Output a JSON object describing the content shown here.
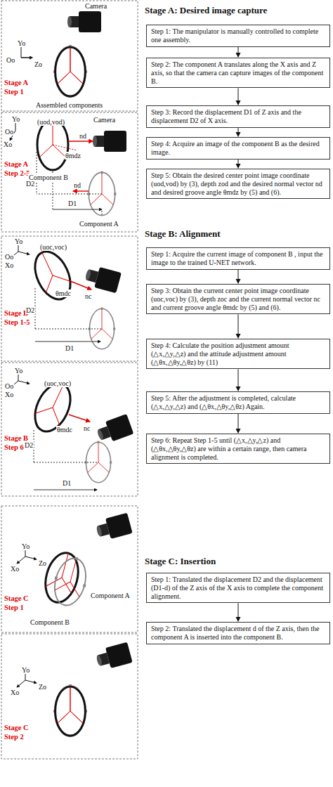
{
  "diagram": {
    "nodes": [
      {
        "text": [
          "Step 1: The manipulator is manually controlled to complete one assembly."
        ]
      },
      {
        "text": [
          "Step 2: The component A translates along the X axis and Z axis, so that the camera can capture images of the component B."
        ]
      },
      {
        "text": [
          "Step 3: Record the displacement D1 of Z axis and the displacement D2 of X axis."
        ]
      },
      {
        "text": [
          "Step 4: Acquire an image of the component B as the desired image."
        ]
      },
      {
        "text": [
          "Step 5: Obtain the desired center point image coordinate (uod,vod) by (3), depth zod and the desired normal vector nd and desired groove angle θmdz by (5) and (6)."
        ]
      },
      {
        "text": [
          "Step 1: Acquire the current image of component B , input the image to the trained U-NET network."
        ]
      },
      {
        "text": [
          "Step 3: Obtain the current center point image coordinate (uoc,voc) by (3), depth zoc and the current normal vector nc and current groove angle θmdc by (5) and (6)."
        ]
      },
      {
        "text": [
          "Step 4: Calculate the position adjustment amount (△x,△y,△z) and the attitude adjustment amount (△θx,△θy,△θz) by (11)"
        ]
      },
      {
        "text": [
          "Step 5: After the adjustment is completed, calculate (△x,△y,△z) and (△θx,△θy,△θz) Again."
        ]
      },
      {
        "text": [
          "Step 6: Repeat Step 1-5 until (△x,△y,△z) and (△θx,△θy,△θz) are within a certain range, then camera alignment is completed."
        ]
      },
      {
        "text": [
          "Step 1: Translated the displacement D2 and the displacement (D1-d) of the Z axis of the X axis to complete the component alignment."
        ]
      },
      {
        "text": [
          "Step 2: Translated the displacement d of the Z axis, then the component A is inserted into the component B."
        ]
      }
    ],
    "edges": [
      {
        "from": 0,
        "to": 1,
        "arrow": "to"
      },
      {
        "from": 1,
        "to": 2,
        "arrow": "to"
      },
      {
        "from": 2,
        "to": 3,
        "arrow": "to"
      },
      {
        "from": 3,
        "to": 4,
        "arrow": "to"
      },
      {
        "from": 5,
        "to": 6,
        "arrow": "to"
      },
      {
        "from": 6,
        "to": 7,
        "arrow": "to"
      },
      {
        "from": 7,
        "to": 8,
        "arrow": "to"
      },
      {
        "from": 8,
        "to": 9,
        "arrow": "to"
      },
      {
        "from": 10,
        "to": 11,
        "arrow": "to"
      }
    ],
    "labels": [
      "Stage A: Desired image capture",
      "Camera",
      "Yo",
      "Oo",
      "Zo",
      "Stage A",
      "Step 1",
      "Assembled components",
      "Camera",
      "Yo",
      "Oo",
      "Xo",
      "(uod,vod)",
      "θmdz",
      "nd",
      "Stage A",
      "Step 2-5",
      "Component B",
      "D2",
      "D1",
      "nd",
      "Component A",
      "Stage B: Alignment",
      "Yo",
      "Oo",
      "Xo",
      "(uoc,voc)",
      "θmdc",
      "nc",
      "Stage B",
      "Step 1-5",
      "D2",
      "D1",
      "Yo",
      "Oo",
      "Xo",
      "(uoc,voc)",
      "θmdc",
      "nc",
      "Stage B",
      "Step 6",
      "D2",
      "D1",
      "Stage C: Insertion",
      "Yo",
      "Zo",
      "Xo",
      "Stage C",
      "Step 1",
      "Component A",
      "Component B",
      "Yo",
      "Xo",
      "Zo",
      "Stage C",
      "Step 2"
    ]
  }
}
